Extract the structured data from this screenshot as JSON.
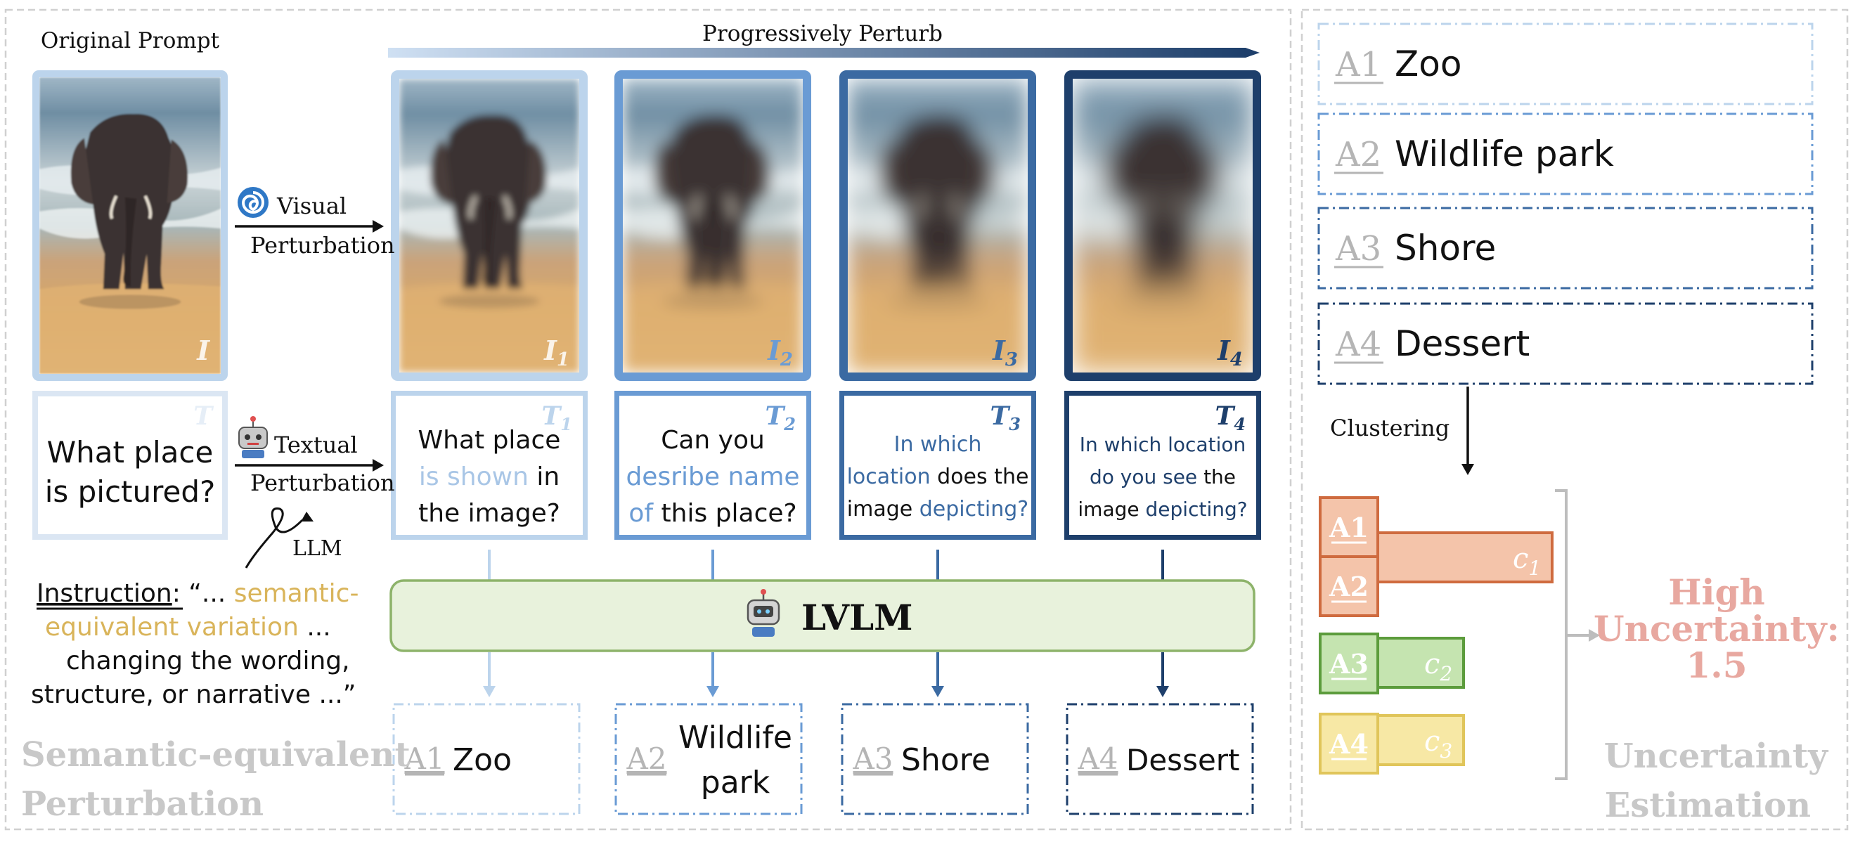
{
  "left_panel": {
    "original_prompt_label": "Original Prompt",
    "progressive_label": "Progressively Perturb",
    "visual_label_1": "Visual",
    "visual_label_2": "Perturbation",
    "textual_label_1": "Textual",
    "textual_label_2": "Perturbation",
    "llm_label": "LLM",
    "image_tags": [
      "I",
      "I",
      "I",
      "I",
      "I"
    ],
    "image_subscripts": [
      "",
      "1",
      "2",
      "3",
      "4"
    ],
    "text_tags": [
      "T",
      "T",
      "T",
      "T",
      "T"
    ],
    "text_subscripts": [
      "",
      "1",
      "2",
      "3",
      "4"
    ],
    "original_question": [
      "What place",
      "is pictured?"
    ],
    "question_1": [
      [
        {
          "t": "What place",
          "hl": false
        }
      ],
      [
        {
          "t": "is shown",
          "hl": true
        },
        {
          "t": " in",
          "hl": false
        }
      ],
      [
        {
          "t": "the image?",
          "hl": false
        }
      ]
    ],
    "question_2": [
      [
        {
          "t": "Can you",
          "hl": false
        }
      ],
      [
        {
          "t": "desribe name",
          "hl": true
        }
      ],
      [
        {
          "t": "of",
          "hl": true
        },
        {
          "t": " this place?",
          "hl": false
        }
      ]
    ],
    "question_3": [
      [
        {
          "t": "In which",
          "hl": true
        }
      ],
      [
        {
          "t": "location",
          "hl": true
        },
        {
          "t": " does the",
          "hl": false
        }
      ],
      [
        {
          "t": "image ",
          "hl": false
        },
        {
          "t": "depicting?",
          "hl": true
        }
      ]
    ],
    "question_4": [
      [
        {
          "t": "In which location",
          "hl": true
        }
      ],
      [
        {
          "t": "do you see",
          "hl": true
        },
        {
          "t": " the",
          "hl": false
        }
      ],
      [
        {
          "t": "image ",
          "hl": false
        },
        {
          "t": "depicting?",
          "hl": true
        }
      ]
    ],
    "instruction_label": "Instruction",
    "instruction_lines": [
      [
        {
          "t": ": “... ",
          "hl": false
        },
        {
          "t": "semantic-",
          "hl": true
        }
      ],
      [
        {
          "t": "equivalent variation",
          "hl": true
        },
        {
          "t": " ...",
          "hl": false
        }
      ],
      [
        {
          "t": "changing the wording,",
          "hl": false
        }
      ],
      [
        {
          "t": "structure, or narrative ...”",
          "hl": false
        }
      ]
    ],
    "lvlm_label": "LVLM",
    "answers": [
      {
        "id": "A1",
        "lines": [
          "Zoo"
        ]
      },
      {
        "id": "A2",
        "lines": [
          "Wildlife",
          "park"
        ]
      },
      {
        "id": "A3",
        "lines": [
          "Shore"
        ]
      },
      {
        "id": "A4",
        "lines": [
          "Dessert"
        ]
      }
    ],
    "section_title": [
      "Semantic-equivalent",
      "Perturbation"
    ]
  },
  "right_panel": {
    "answers": [
      {
        "id": "A1",
        "text": "Zoo"
      },
      {
        "id": "A2",
        "text": "Wildlife park"
      },
      {
        "id": "A3",
        "text": "Shore"
      },
      {
        "id": "A4",
        "text": "Dessert"
      }
    ],
    "clustering_label": "Clustering",
    "clusters": [
      {
        "members": [
          "A1",
          "A2"
        ],
        "label": "c",
        "sub": "1"
      },
      {
        "members": [
          "A3"
        ],
        "label": "c",
        "sub": "2"
      },
      {
        "members": [
          "A4"
        ],
        "label": "c",
        "sub": "3"
      }
    ],
    "result_lines": [
      "High",
      "Uncertainty:",
      "1.5"
    ],
    "section_title": [
      "Uncertainty",
      "Estimation"
    ]
  },
  "colors": {
    "shade_1": "#bcd4ec",
    "shade_2": "#6a9bd4",
    "shade_3": "#3b6aa2",
    "shade_4": "#1e3f6b",
    "highlight_text_1": "#a9c6e6",
    "highlight_text_2": "#6a9bd4",
    "highlight_text_3": "#3b6aa2",
    "highlight_text_4": "#1e3f6b",
    "instruction_highlight": "#d9b45a",
    "lvlm_fill": "#e8f2dc",
    "lvlm_stroke": "#8db36a",
    "cluster_1_fill": "#f4c4aa",
    "cluster_1_stroke": "#cf6b3f",
    "cluster_2_fill": "#c5e4b0",
    "cluster_2_stroke": "#5c9c3c",
    "cluster_3_fill": "#f7e8a5",
    "cluster_3_stroke": "#e0c55a",
    "result": "#e8a8a0",
    "gray_title": "#c8c8c8"
  }
}
